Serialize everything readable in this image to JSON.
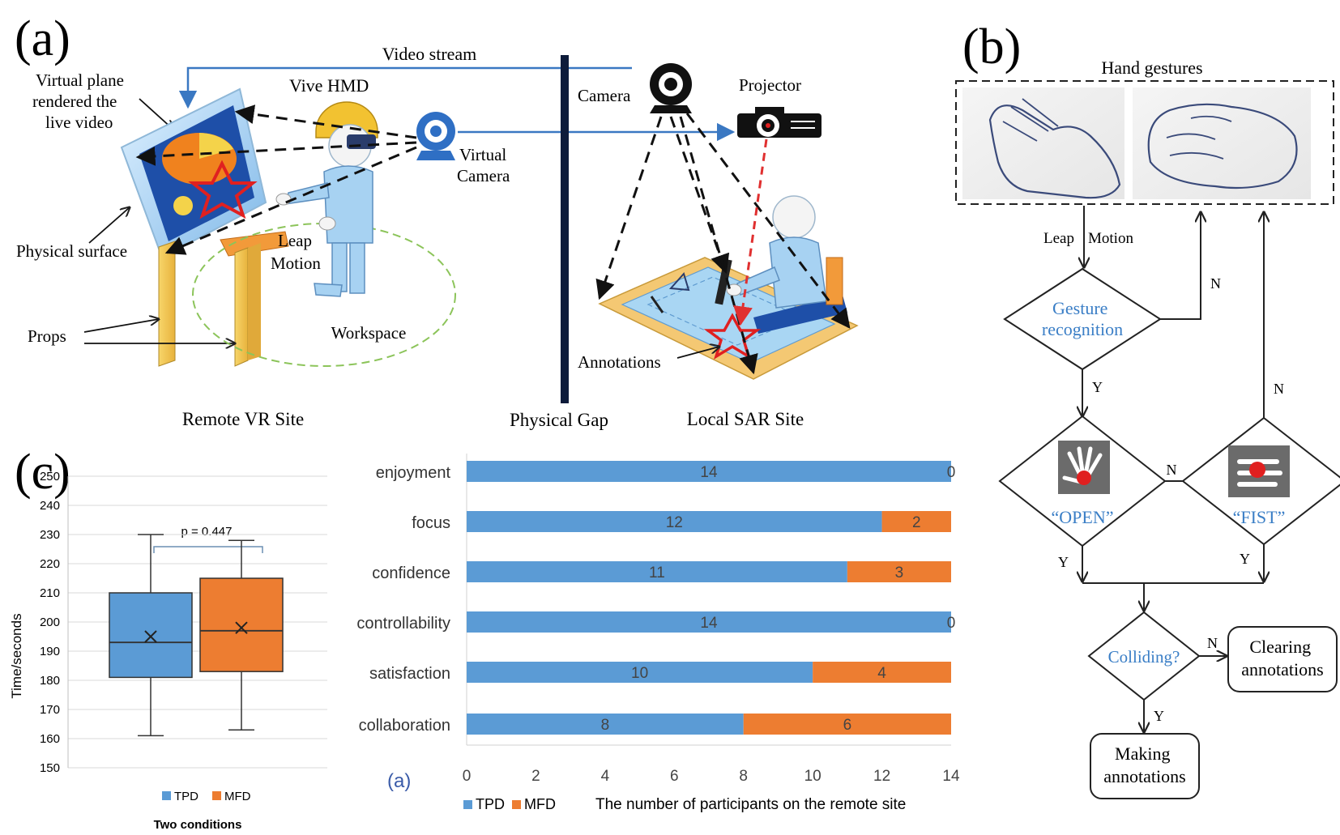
{
  "panel_a": {
    "label": "(a)",
    "video_stream": "Video stream",
    "virtual_plane": [
      "Virtual plane",
      "rendered the",
      "live video"
    ],
    "vive_hmd": "Vive  HMD",
    "virtual_camera": [
      "Virtual",
      "Camera"
    ],
    "camera": "Camera",
    "projector": "Projector",
    "physical_surface": "Physical surface",
    "leap_motion": [
      "Leap",
      "Motion"
    ],
    "props": "Props",
    "workspace": "Workspace",
    "annotations": "Annotations",
    "remote_vr_site": "Remote  VR Site",
    "physical_gap": "Physical Gap",
    "local_sar_site": "Local SAR Site"
  },
  "panel_b": {
    "label": "(b)",
    "hand_gestures": "Hand gestures",
    "leap": "Leap",
    "motion": "Motion",
    "gesture_recognition": [
      "Gesture",
      "recognition"
    ],
    "open": "“OPEN”",
    "fist": "“FIST”",
    "colliding": "Colliding?",
    "clearing": [
      "Clearing",
      "annotations"
    ],
    "making": [
      "Making",
      "annotations"
    ],
    "yes": "Y",
    "no": "N"
  },
  "panel_c": {
    "label": "(c)",
    "sub_label": "(a)",
    "colors": {
      "tpd": "#5b9bd5",
      "mfd": "#ed7d31"
    },
    "box_chart": {
      "type": "box",
      "ylabel": "Time/seconds",
      "xlabel": "Two conditions",
      "ylim": [
        150,
        250
      ],
      "yticks": [
        "150",
        "160",
        "170",
        "180",
        "190",
        "200",
        "210",
        "220",
        "230",
        "240",
        "250"
      ],
      "annotation": "p = 0.447",
      "legend": [
        "TPD",
        "MFD"
      ],
      "series": [
        {
          "name": "TPD",
          "min": 161,
          "q1": 181,
          "median": 193,
          "mean": 195,
          "q3": 210,
          "max": 230
        },
        {
          "name": "MFD",
          "min": 163,
          "q1": 183,
          "median": 197,
          "mean": 198,
          "q3": 215,
          "max": 228
        }
      ]
    },
    "bar_chart": {
      "type": "bar",
      "orientation": "horizontal",
      "stacked": true,
      "xlabel": "The number of  participants on the remote site",
      "xlim": [
        0,
        14
      ],
      "xticks": [
        "0",
        "2",
        "4",
        "6",
        "8",
        "10",
        "12",
        "14"
      ],
      "legend": [
        "TPD",
        "MFD"
      ],
      "categories": [
        "enjoyment",
        "focus",
        "confidence",
        "controllability",
        "satisfaction",
        "collaboration"
      ],
      "series": [
        {
          "name": "TPD",
          "values": [
            14,
            12,
            11,
            14,
            10,
            8
          ],
          "labels": [
            "14",
            "12",
            "11",
            "14",
            "10",
            "8"
          ]
        },
        {
          "name": "MFD",
          "values": [
            0,
            2,
            3,
            0,
            4,
            6
          ],
          "labels": [
            "0",
            "2",
            "3",
            "0",
            "4",
            "6"
          ]
        }
      ]
    }
  }
}
